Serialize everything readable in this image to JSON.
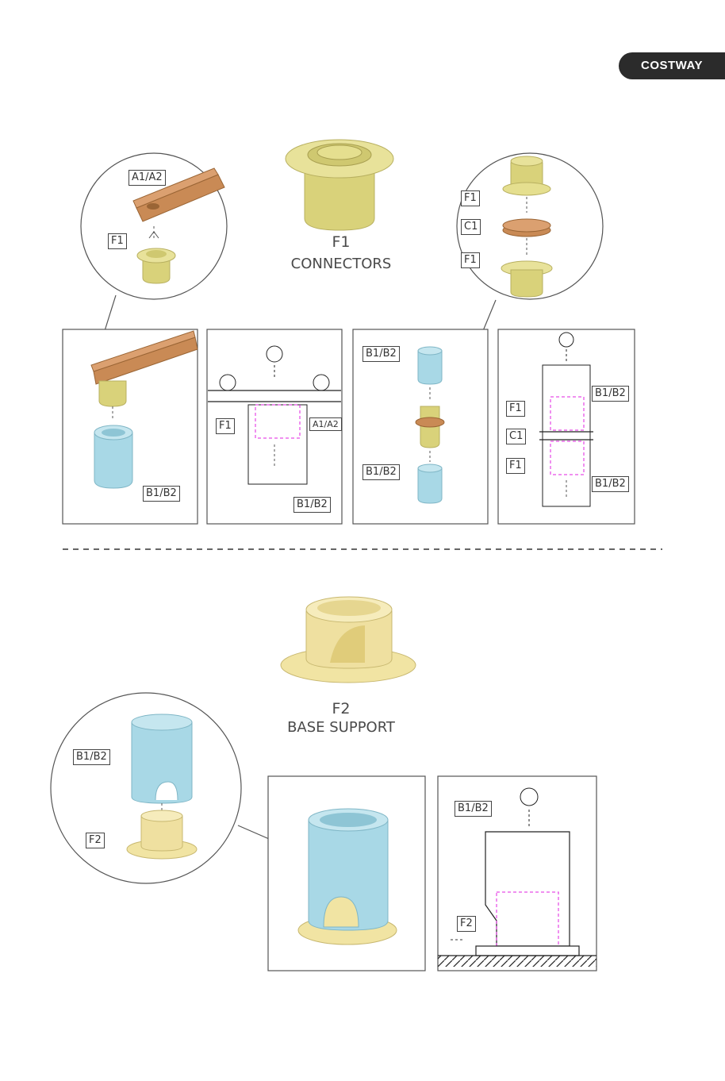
{
  "brand": "COSTWAY",
  "f1": {
    "code": "F1",
    "name": "CONNECTORS"
  },
  "f2": {
    "code": "F2",
    "name": "BASE SUPPORT"
  },
  "labels": {
    "a1a2": "A1/A2",
    "f1": "F1",
    "f2": "F2",
    "c1": "C1",
    "b1b2": "B1/B2"
  },
  "colors": {
    "connector": "#e5df8f",
    "bar": "#c98a55",
    "tube": "#a8d8e6",
    "base": "#f1e4a3",
    "hidden": "#e020e0"
  }
}
